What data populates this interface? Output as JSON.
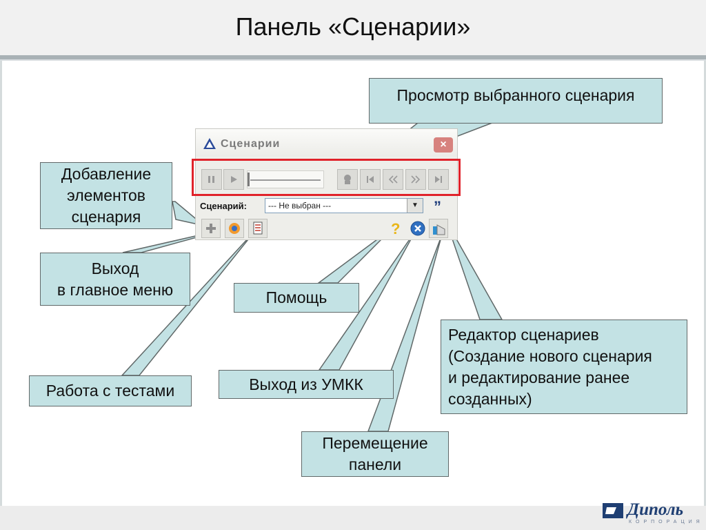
{
  "slide": {
    "title": "Панель «Сценарии»"
  },
  "window": {
    "title": "Сценарии",
    "close_glyph": "×",
    "player_buttons": [
      "pause",
      "play",
      "view",
      "first",
      "back",
      "forward",
      "last"
    ],
    "scenario_label": "Сценарий:",
    "scenario_value": "--- Не выбран ---",
    "quote_glyph": "”"
  },
  "callouts": {
    "view_selected": "Просмотр выбранного сценария",
    "add_elements": "Добавление\nэлементов\nсценария",
    "exit_main_menu": "Выход\nв главное меню",
    "help": "Помощь",
    "tests": "Работа с тестами",
    "exit_umkk": "Выход из УМКК",
    "move_panel": "Перемещение\nпанели",
    "editor": "Редактор сценариев\n(Создание нового сценария\nи редактирование ранее\nсозданных)"
  },
  "footer": {
    "logo_text": "Диполь",
    "logo_subtext": "КОРПОРАЦИЯ"
  },
  "colors": {
    "callout_bg": "#c3e2e4",
    "highlight": "#e0222a",
    "brand": "#1f3f73"
  }
}
